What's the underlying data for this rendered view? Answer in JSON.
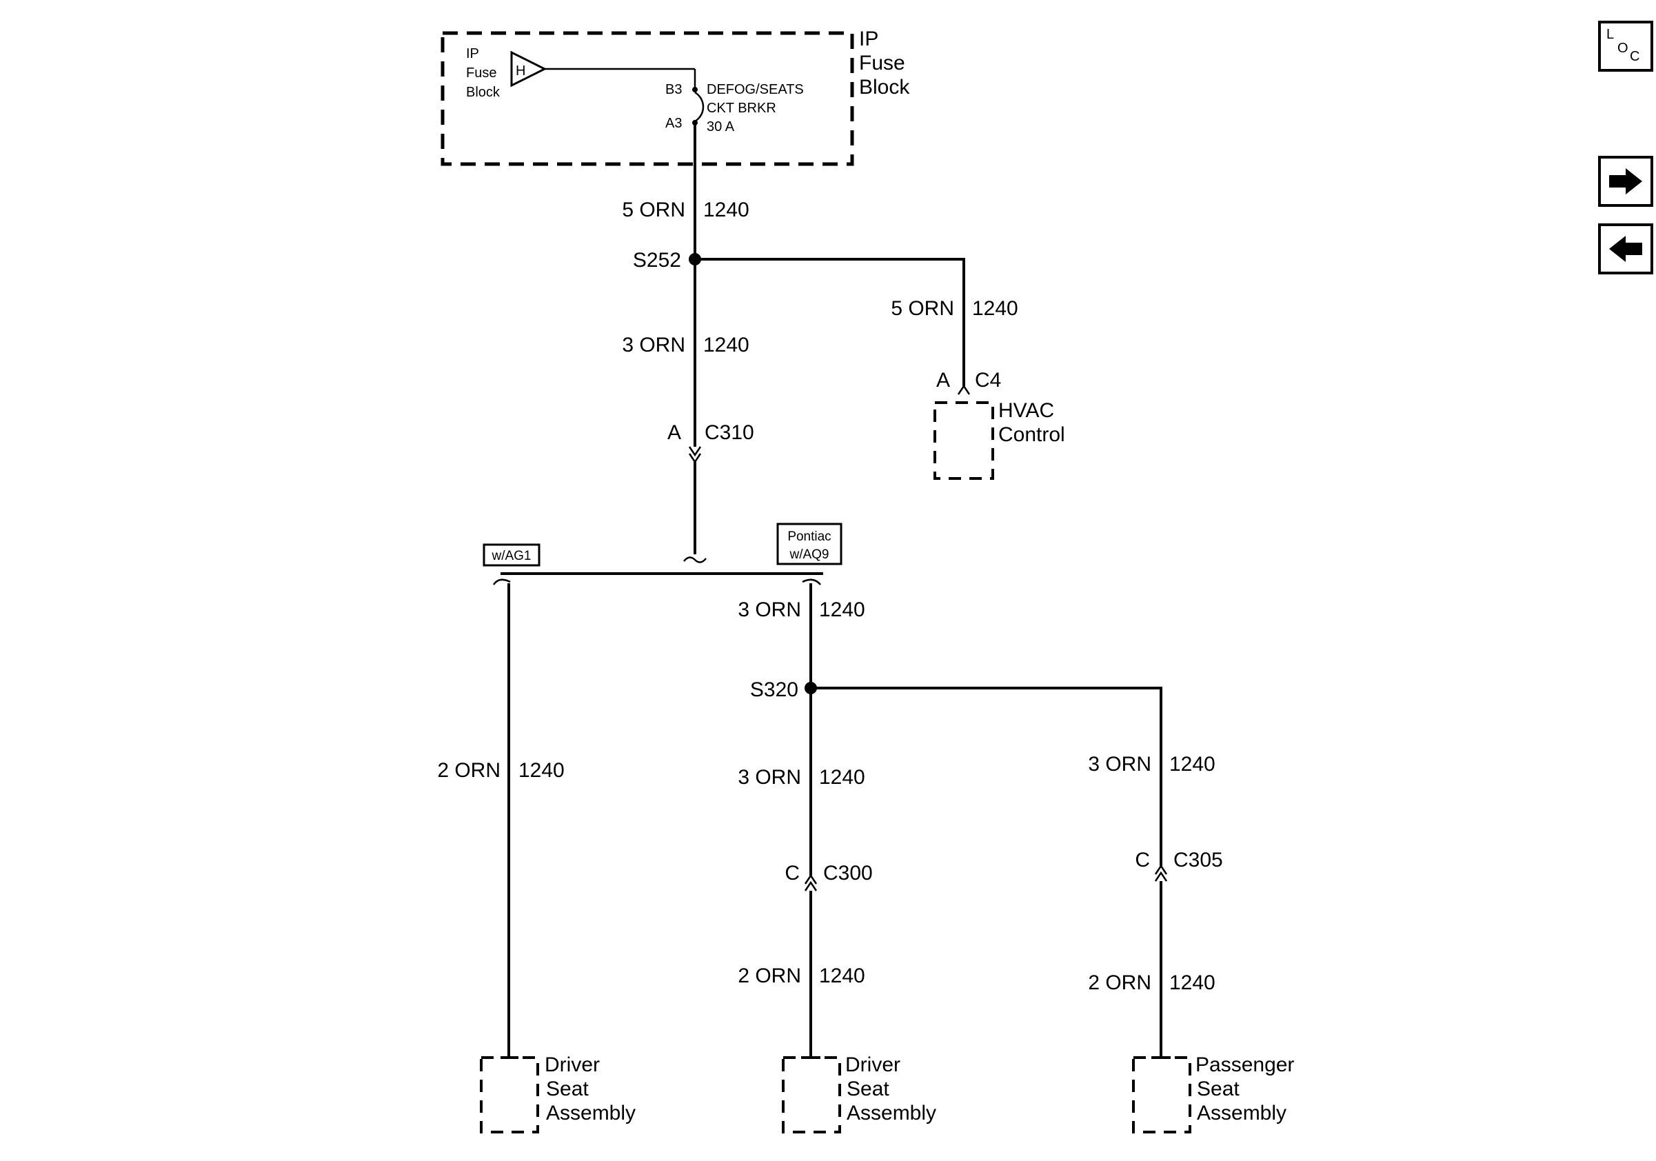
{
  "fuse_block": {
    "inner_label": [
      "IP",
      "Fuse",
      "Block"
    ],
    "hot_indicator": "H",
    "pin_b3": "B3",
    "pin_a3": "A3",
    "breaker_label": [
      "DEFOG/SEATS",
      "CKT BRKR",
      "30 A"
    ],
    "outer_label": [
      "IP",
      "Fuse",
      "Block"
    ]
  },
  "wires": {
    "w1": {
      "gauge_color": "5 ORN",
      "circuit": "1240"
    },
    "w2": {
      "gauge_color": "3 ORN",
      "circuit": "1240"
    },
    "w3": {
      "gauge_color": "5 ORN",
      "circuit": "1240"
    },
    "w4": {
      "gauge_color": "2 ORN",
      "circuit": "1240"
    },
    "w5": {
      "gauge_color": "3 ORN",
      "circuit": "1240"
    },
    "w6": {
      "gauge_color": "3 ORN",
      "circuit": "1240"
    },
    "w7": {
      "gauge_color": "3 ORN",
      "circuit": "1240"
    },
    "w8": {
      "gauge_color": "2 ORN",
      "circuit": "1240"
    },
    "w9": {
      "gauge_color": "2 ORN",
      "circuit": "1240"
    }
  },
  "splices": {
    "s252": "S252",
    "s320": "S320"
  },
  "connectors": {
    "c4": {
      "pin": "A",
      "name": "C4"
    },
    "c310": {
      "pin": "A",
      "name": "C310"
    },
    "c300": {
      "pin": "C",
      "name": "C300"
    },
    "c305": {
      "pin": "C",
      "name": "C305"
    }
  },
  "options": {
    "ag1": "w/AG1",
    "aq9": [
      "Pontiac",
      "w/AQ9"
    ]
  },
  "components": {
    "hvac": [
      "HVAC",
      "Control"
    ],
    "driver_seat_1": [
      "Driver",
      "Seat",
      "Assembly"
    ],
    "driver_seat_2": [
      "Driver",
      "Seat",
      "Assembly"
    ],
    "passenger_seat": [
      "Passenger",
      "Seat",
      "Assembly"
    ]
  },
  "nav": {
    "loc": {
      "letters": [
        "L",
        "O",
        "C"
      ],
      "icon": "component-locator-icon"
    },
    "next": {
      "icon": "arrow-right-icon"
    },
    "prev": {
      "icon": "arrow-left-icon"
    }
  }
}
